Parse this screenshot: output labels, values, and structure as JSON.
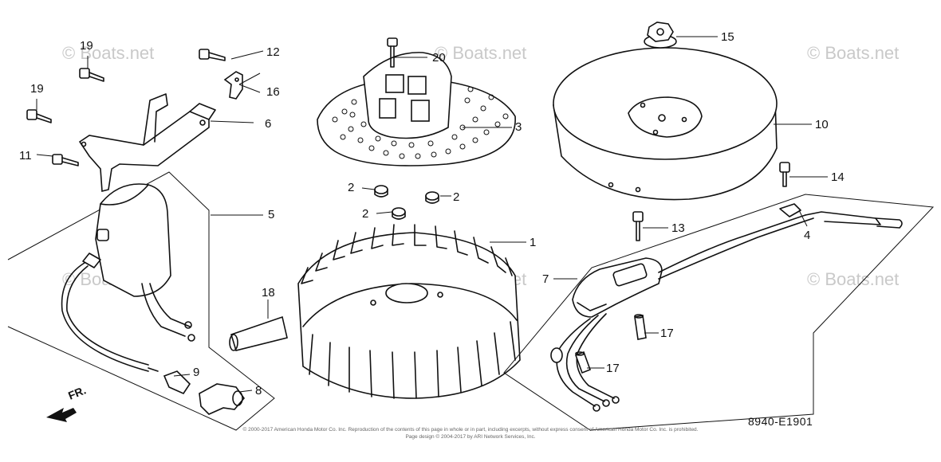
{
  "watermark": "© Boats.net",
  "diagram_code": "8940-E1901",
  "direction_label": "FR.",
  "copyright_line_1": "© 2000-2017 American Honda Motor Co. Inc. Reproduction of the contents of this page in whole or in part, including excerpts, without express consent of American Honda Motor Co. Inc. is prohibited.",
  "copyright_line_2": "Page design © 2004-2017 by ARI Network Services, Inc.",
  "callouts": {
    "c1": "1",
    "c2a": "2",
    "c2b": "2",
    "c2c": "2",
    "c3": "3",
    "c4": "4",
    "c5": "5",
    "c6": "6",
    "c7": "7",
    "c8": "8",
    "c9": "9",
    "c10": "10",
    "c11": "11",
    "c12": "12",
    "c13": "13",
    "c14": "14",
    "c15": "15",
    "c16": "16",
    "c17a": "17",
    "c17b": "17",
    "c18": "18",
    "c19a": "19",
    "c19b": "19",
    "c20": "20"
  }
}
